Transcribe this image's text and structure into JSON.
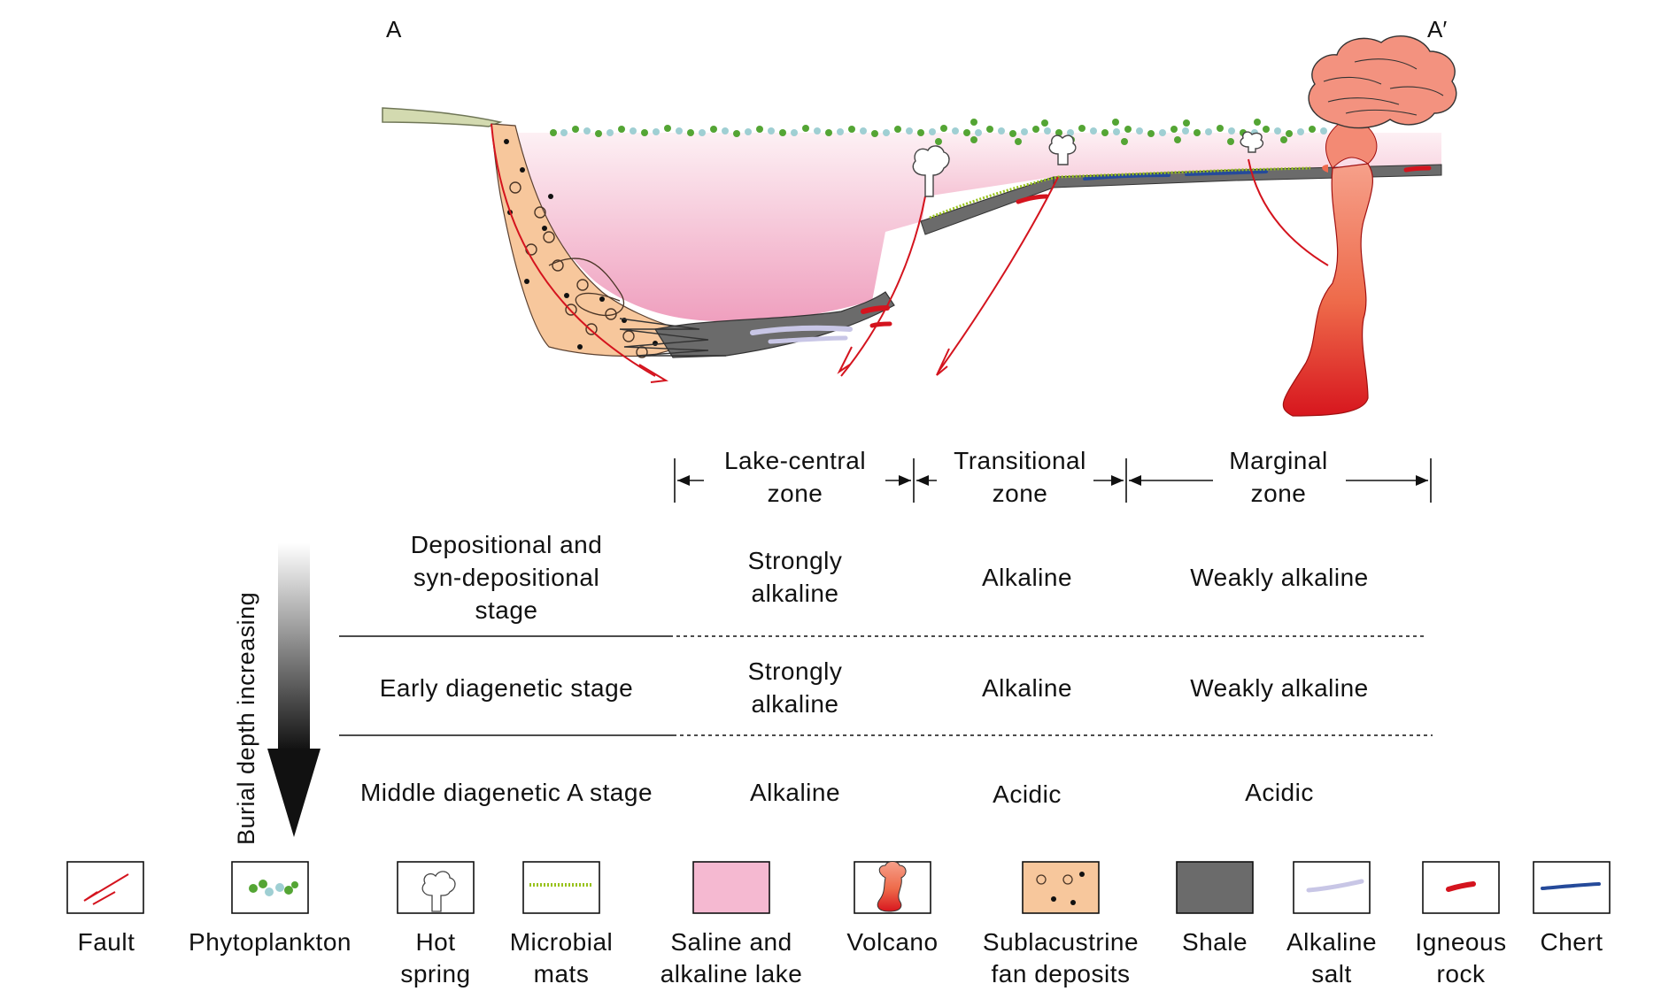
{
  "section_markers": {
    "left": "A",
    "right": "A′"
  },
  "zones": [
    {
      "line1": "Lake-central",
      "line2": "zone"
    },
    {
      "line1": "Transitional",
      "line2": "zone"
    },
    {
      "line1": "Marginal",
      "line2": "zone"
    }
  ],
  "depth_label": "Burial depth increasing",
  "stages": [
    {
      "lines": [
        "Depositional and",
        "syn-depositional",
        "stage"
      ],
      "cells": [
        [
          "Strongly",
          "alkaline"
        ],
        [
          "Alkaline"
        ],
        [
          "Weakly alkaline"
        ]
      ]
    },
    {
      "lines": [
        "Early diagenetic stage"
      ],
      "cells": [
        [
          "Strongly",
          "alkaline"
        ],
        [
          "Alkaline"
        ],
        [
          "Weakly alkaline"
        ]
      ]
    },
    {
      "lines": [
        "Middle diagenetic A stage"
      ],
      "cells": [
        [
          "Alkaline"
        ],
        [
          "Acidic"
        ],
        [
          "Acidic"
        ]
      ]
    }
  ],
  "legend": [
    {
      "icon": "fault",
      "lines": [
        "Fault"
      ]
    },
    {
      "icon": "phytoplankton",
      "lines": [
        "Phytoplankton"
      ]
    },
    {
      "icon": "hot-spring",
      "lines": [
        "Hot",
        "spring"
      ]
    },
    {
      "icon": "microbial-mats",
      "lines": [
        "Microbial",
        "mats"
      ]
    },
    {
      "icon": "saline-lake",
      "lines": [
        "Saline and",
        "alkaline lake"
      ]
    },
    {
      "icon": "volcano",
      "lines": [
        "Volcano"
      ]
    },
    {
      "icon": "sublacustrine-fan",
      "lines": [
        "Sublacustrine",
        "fan deposits"
      ]
    },
    {
      "icon": "shale",
      "lines": [
        "Shale"
      ]
    },
    {
      "icon": "alkaline-salt",
      "lines": [
        "Alkaline",
        "salt"
      ]
    },
    {
      "icon": "igneous-rock",
      "lines": [
        "Igneous",
        "rock"
      ]
    },
    {
      "icon": "chert",
      "lines": [
        "Chert"
      ]
    }
  ],
  "colors": {
    "lake_top": "#fbe6ee",
    "lake_bottom": "#ef9dbd",
    "fan": "#f7c79c",
    "shale": "#6b6b6b",
    "fault": "#d4141e",
    "magma": "#e3362b",
    "plume": "#f3927f",
    "phytoplankton_green": "#54a534",
    "phytoplankton_blue": "#9fcfd3",
    "alkaline_salt": "#c8c6e6",
    "chert": "#254a9a",
    "land": "#d3dab0"
  }
}
